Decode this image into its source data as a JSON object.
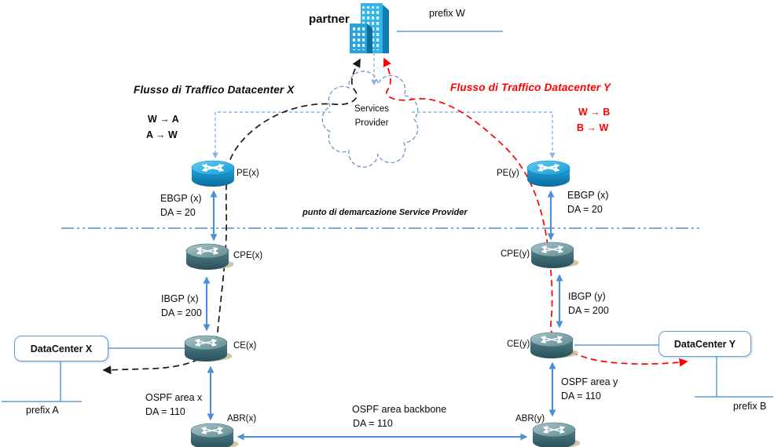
{
  "partner": {
    "label": "partner",
    "prefix_label": "prefix W"
  },
  "provider_cloud": {
    "line1": "Services",
    "line2": "Provider"
  },
  "flow_x": {
    "title": "Flusso di Traffico Datacenter X",
    "route_1": "W → A",
    "route_2": "A → W"
  },
  "flow_y": {
    "title": "Flusso di Traffico Datacenter Y",
    "route_1": "W → B",
    "route_2": "B → W"
  },
  "demarcation": {
    "label": "punto di demarcazione Service Provider"
  },
  "routers": {
    "pe_x": "PE(x)",
    "pe_y": "PE(y)",
    "cpe_x": "CPE(x)",
    "cpe_y": "CPE(y)",
    "ce_x": "CE(x)",
    "ce_y": "CE(y)",
    "abr_x": "ABR(x)",
    "abr_y": "ABR(y)"
  },
  "links": {
    "ebgp_x": {
      "protocol": "EBGP (x)",
      "da": "DA = 20"
    },
    "ebgp_y": {
      "protocol": "EBGP (x)",
      "da": "DA = 20"
    },
    "ibgp_x": {
      "protocol": "IBGP (x)",
      "da": "DA = 200"
    },
    "ibgp_y": {
      "protocol": "IBGP (y)",
      "da": "DA = 200"
    },
    "ospf_x": {
      "protocol": "OSPF area x",
      "da": "DA = 110"
    },
    "ospf_y": {
      "protocol": "OSPF area y",
      "da": "DA = 110"
    },
    "ospf_backbone": {
      "protocol": "OSPF area backbone",
      "da": "DA = 110"
    }
  },
  "datacenter_x": {
    "label": "DataCenter X",
    "prefix_label": "prefix A"
  },
  "datacenter_y": {
    "label": "DataCenter Y",
    "prefix_label": "prefix B"
  },
  "colors": {
    "flow_x_dash": "#1a1a1a",
    "flow_y_dash": "#ff0000",
    "connector_blue": "#4a90d9",
    "dashed_light_blue": "#8db3e2",
    "pe_router_blue": "#1ba0d7",
    "site_router_teal": "#4d7c85"
  }
}
